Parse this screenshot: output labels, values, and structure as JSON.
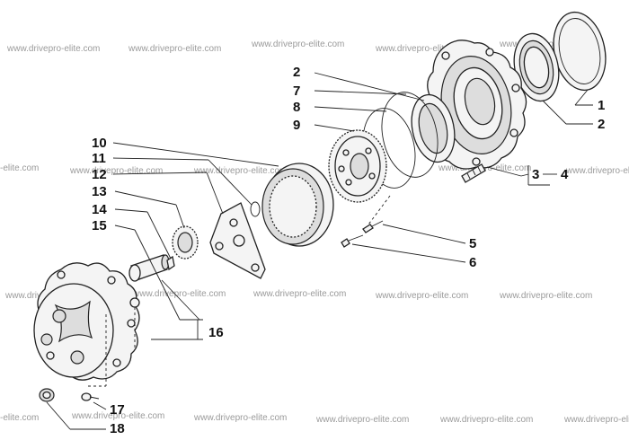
{
  "watermark": "www.drivepro-elite.com",
  "callouts": {
    "c1": "1",
    "c2a": "2",
    "c2b": "2",
    "c3": "3",
    "c4": "4",
    "c5": "5",
    "c6": "6",
    "c7": "7",
    "c8": "8",
    "c9": "9",
    "c10": "10",
    "c11": "11",
    "c12": "12",
    "c13": "13",
    "c14": "14",
    "c15": "15",
    "c16": "16",
    "c17": "17",
    "c18": "18"
  }
}
